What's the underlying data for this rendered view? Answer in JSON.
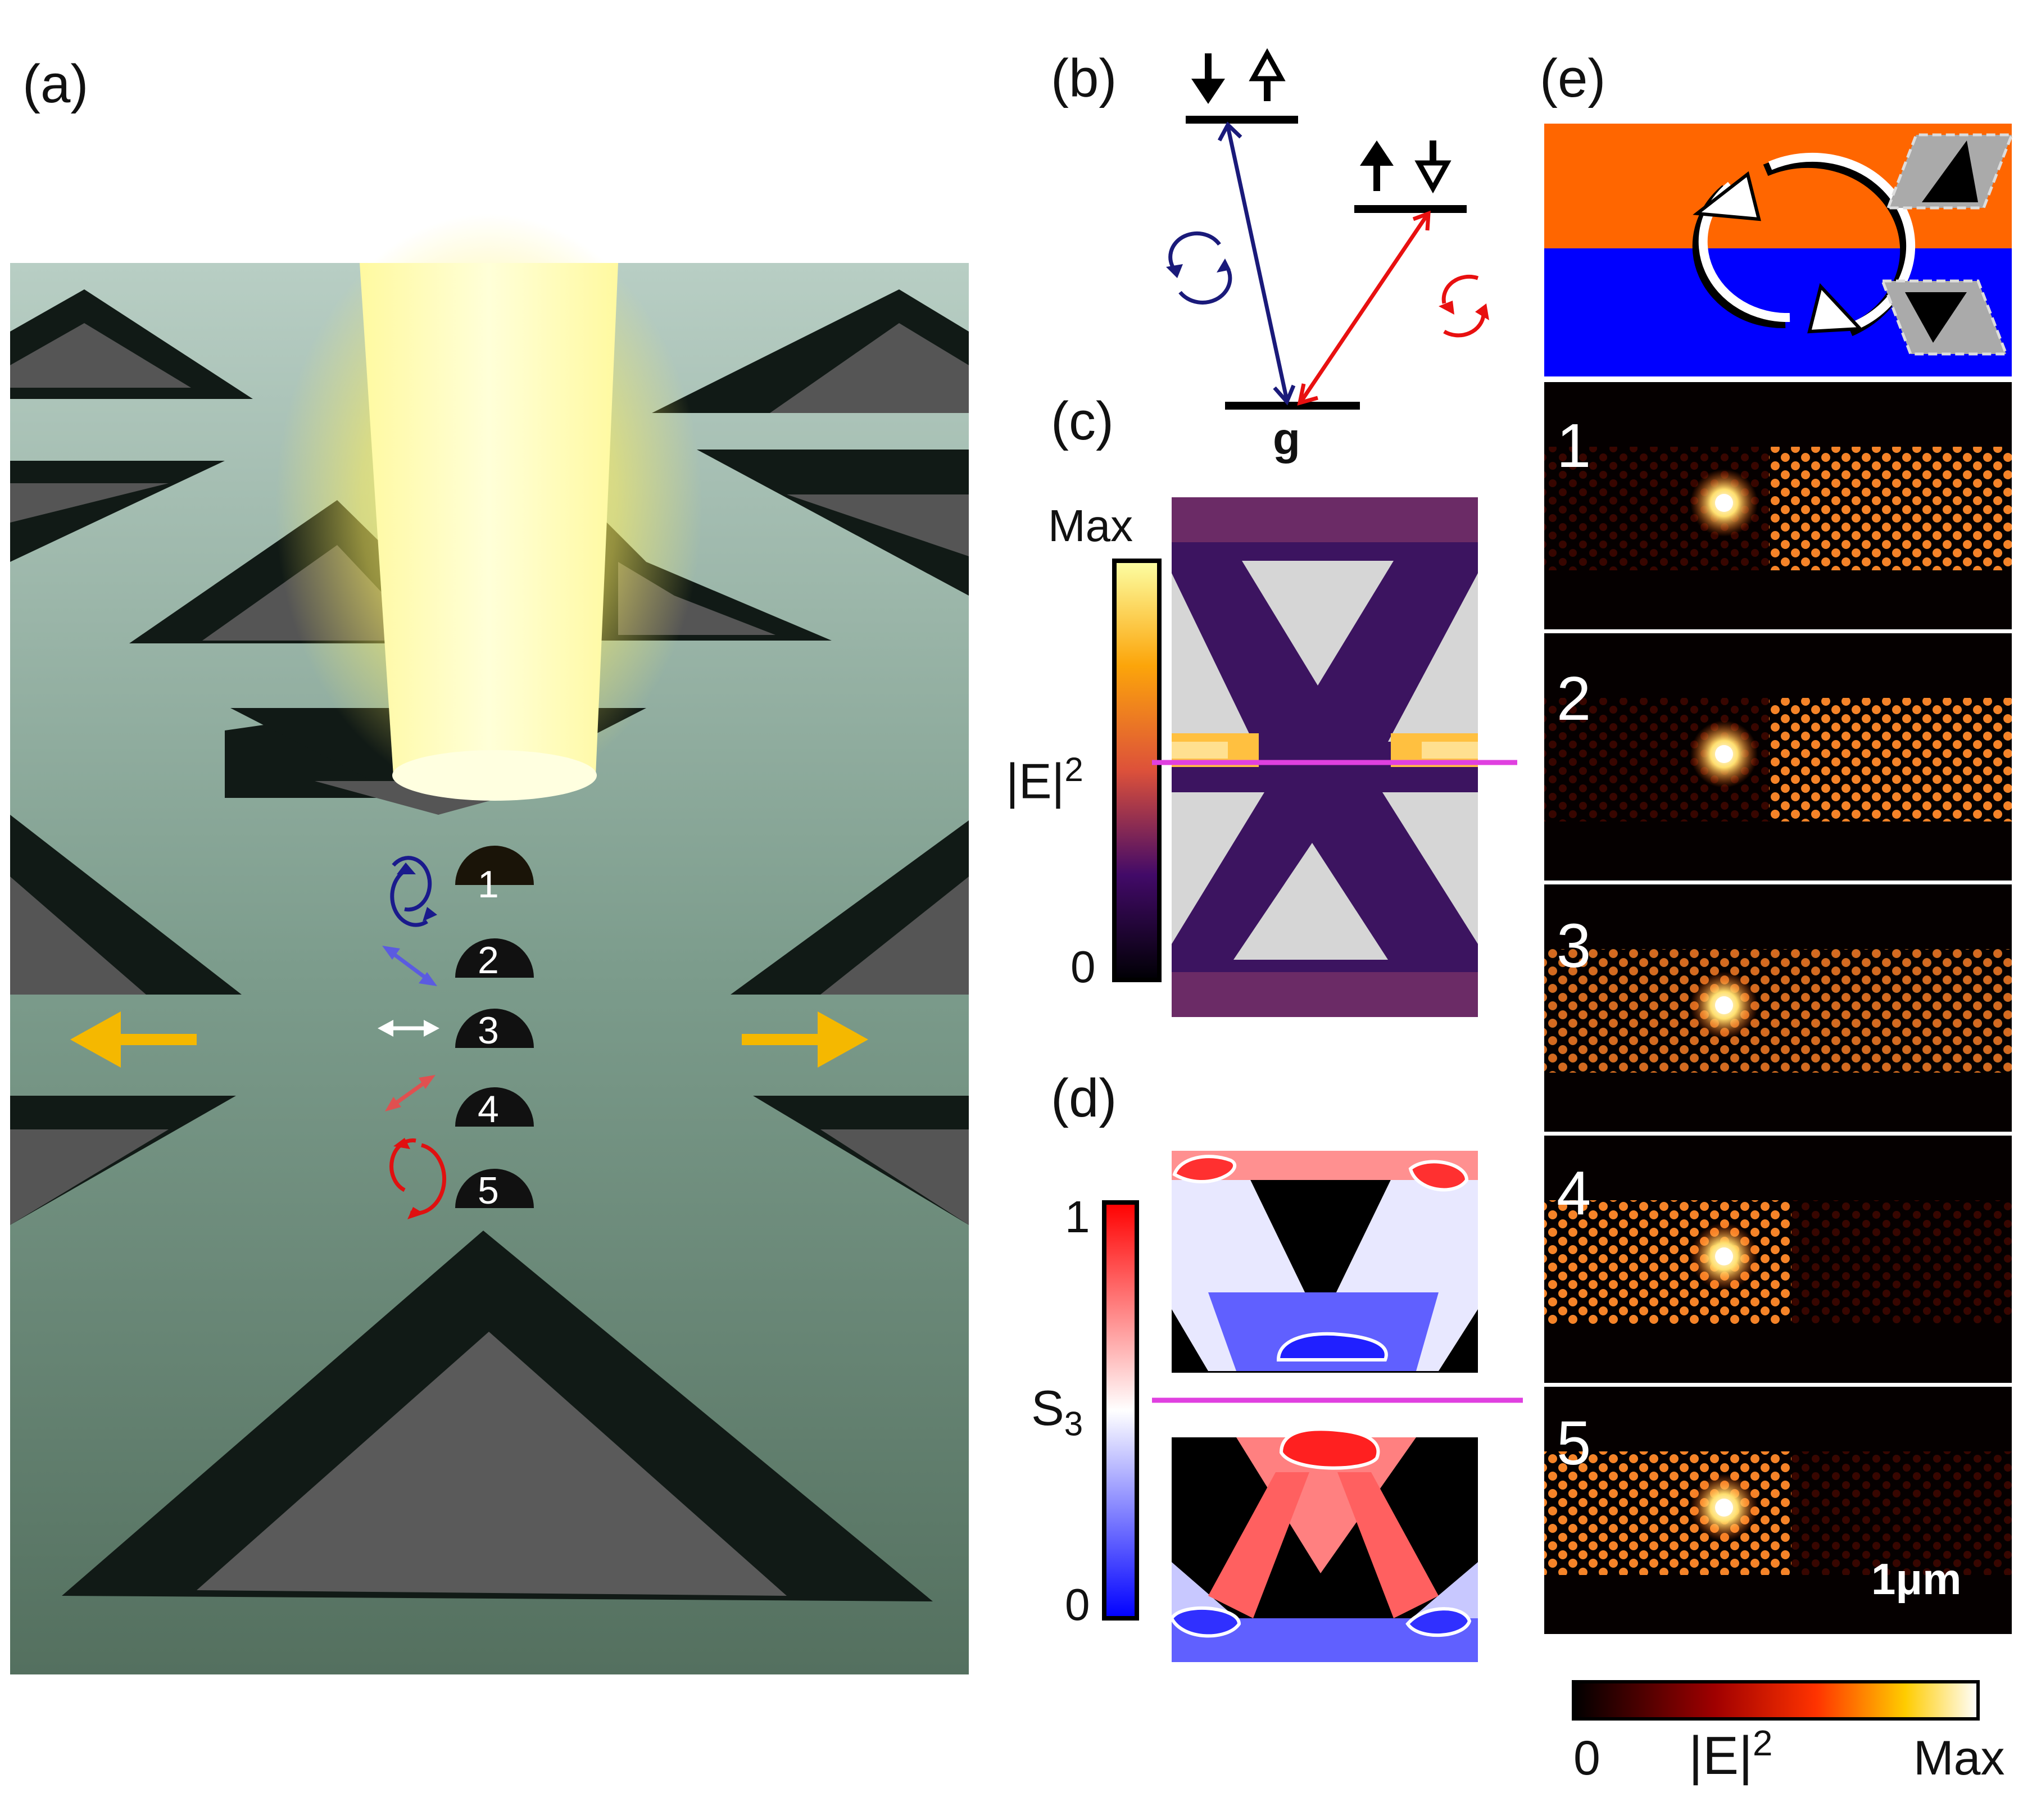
{
  "panels": {
    "a": {
      "label": "(a)",
      "dipoles": [
        {
          "number": "1",
          "polarization": "circular-left",
          "color": "#1a1a8c"
        },
        {
          "number": "2",
          "polarization": "linear-diagonal",
          "color": "#5b5be0"
        },
        {
          "number": "3",
          "polarization": "linear-horizontal",
          "color": "#ffffff"
        },
        {
          "number": "4",
          "polarization": "linear-antidiagonal",
          "color": "#e05050"
        },
        {
          "number": "5",
          "polarization": "circular-right",
          "color": "#e01010"
        }
      ],
      "arrow_color": "#f5b800",
      "waveguide_color": "#7a9a88",
      "beam_color": "#ffff80"
    },
    "b": {
      "label": "(b)",
      "ground_state": "g",
      "transition_left_color": "#1a1a7a",
      "transition_right_color": "#e81010"
    },
    "c": {
      "label": "(c)",
      "colorbar_max": "Max",
      "colorbar_min": "0",
      "quantity": "|E|",
      "quantity_exp": "2",
      "cut_line_color": "#e040e0"
    },
    "d": {
      "label": "(d)",
      "colorbar_max": "1",
      "colorbar_min": "0",
      "quantity": "S",
      "quantity_sub": "3"
    },
    "e": {
      "label": "(e)",
      "top_color": "#ff6600",
      "bottom_color": "#0000ff",
      "maps": [
        "1",
        "2",
        "3",
        "4",
        "5"
      ],
      "scale_bar": "1μm",
      "colorbar_min": "0",
      "colorbar_max": "Max",
      "quantity": "|E|",
      "quantity_exp": "2"
    }
  }
}
